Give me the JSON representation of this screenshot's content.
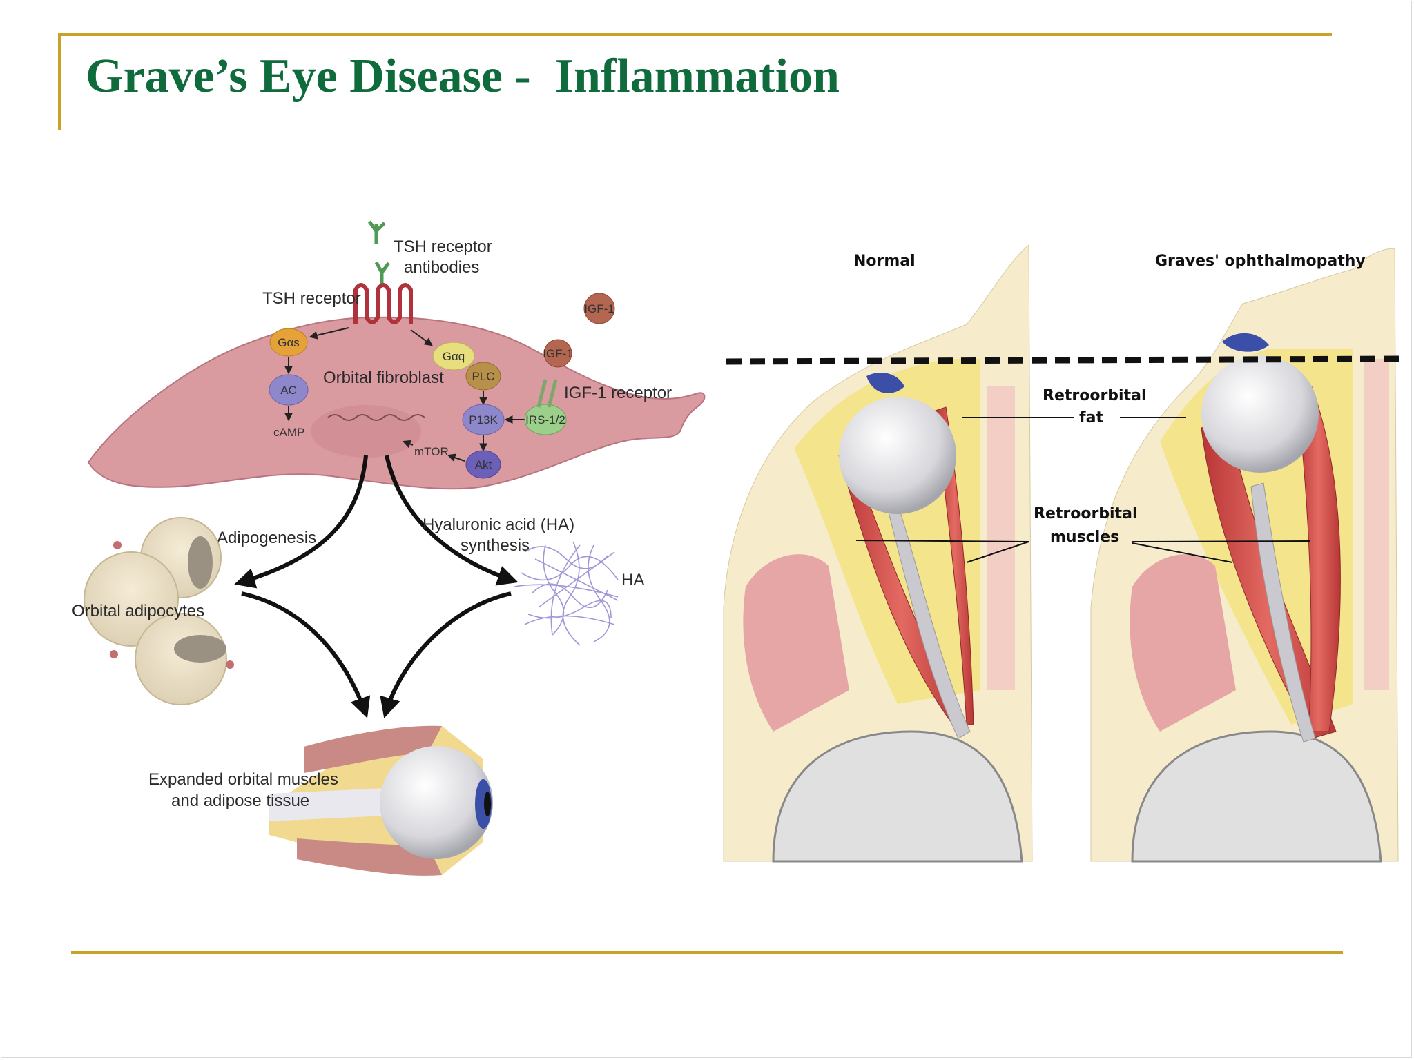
{
  "slide": {
    "title": "Grave’s Eye Disease -  Inflammation"
  },
  "left_diagram": {
    "tsh_receptor_antibodies": [
      "TSH receptor",
      "antibodies"
    ],
    "tsh_receptor": "TSH receptor",
    "orbital_fibroblast": "Orbital fibroblast",
    "g_alpha_s": "Gαs",
    "g_alpha_q": "Gαq",
    "ac": "AC",
    "camp": "cAMP",
    "plc": "PLC",
    "p13k": "P13K",
    "akt": "Akt",
    "mtor": "mTOR",
    "irs": "IRS-1/2",
    "igf1_free": "IGF-1",
    "igf1_bound": "IGF-1",
    "igf1_receptor": "IGF-1 receptor",
    "adipogenesis": "Adipogenesis",
    "ha_synthesis": [
      "Hyaluronic acid (HA)",
      "synthesis"
    ],
    "ha": "HA",
    "orbital_adipocytes": "Orbital adipocytes",
    "expanded": [
      "Expanded orbital muscles",
      "and adipose tissue"
    ]
  },
  "right_diagram": {
    "normal": "Normal",
    "graves": "Graves' ophthalmopathy",
    "retro_fat": [
      "Retroorbital",
      "fat"
    ],
    "retro_muscles": [
      "Retroorbital",
      "muscles"
    ]
  },
  "colors": {
    "title": "#0f6a3c",
    "rule": "#c9a227",
    "fibroblast": "#d99aa0",
    "fat_yellow": "#f4e58c",
    "muscle_red": "#c94a4a"
  }
}
